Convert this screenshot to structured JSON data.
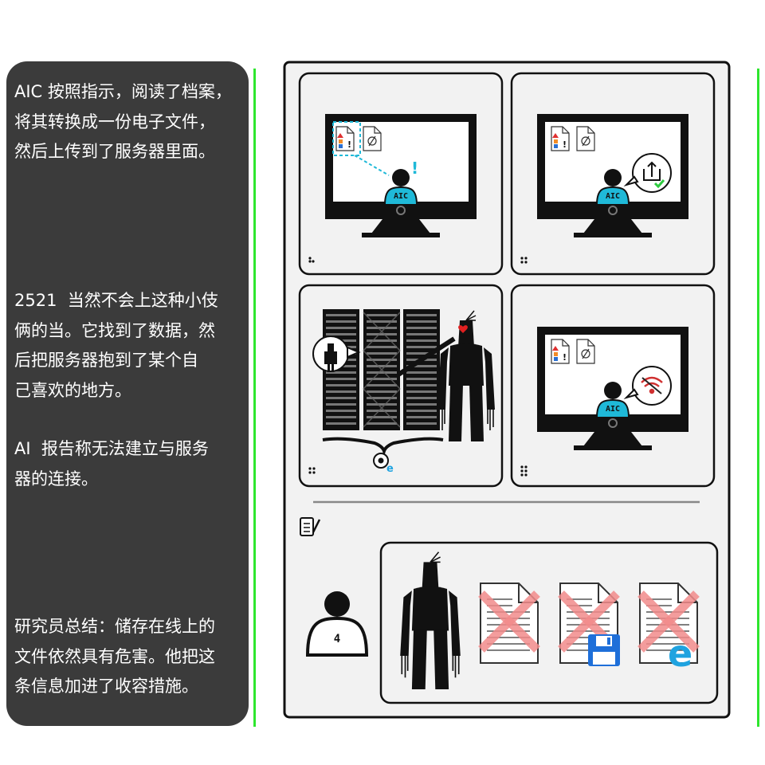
{
  "captions": [
    "AIC 按照指示，阅读了档案，\n将其转换成一份电子文件，\n然后上传到了服务器里面。",
    "2521  当然不会上这种小伎\n俩的当。它找到了数据，然\n后把服务器抱到了某个自\n己喜欢的地方。",
    "AI  报告称无法建立与服务\n器的连接。",
    "研究员总结：储存在线上的\n文件依然具有危害。他把这\n条信息加进了收容措施。"
  ],
  "panels": {
    "monitor_badge": "AIC",
    "researcher_badge": "4",
    "alert_mark": "!",
    "empty_doc_mark": "∅"
  },
  "colors": {
    "caption_bg": "#3b3b3b",
    "accent_cyan": "#1fb9d8",
    "green_line": "#2ee62e",
    "red_x": "#f28b8b",
    "heart": "#e02020"
  }
}
